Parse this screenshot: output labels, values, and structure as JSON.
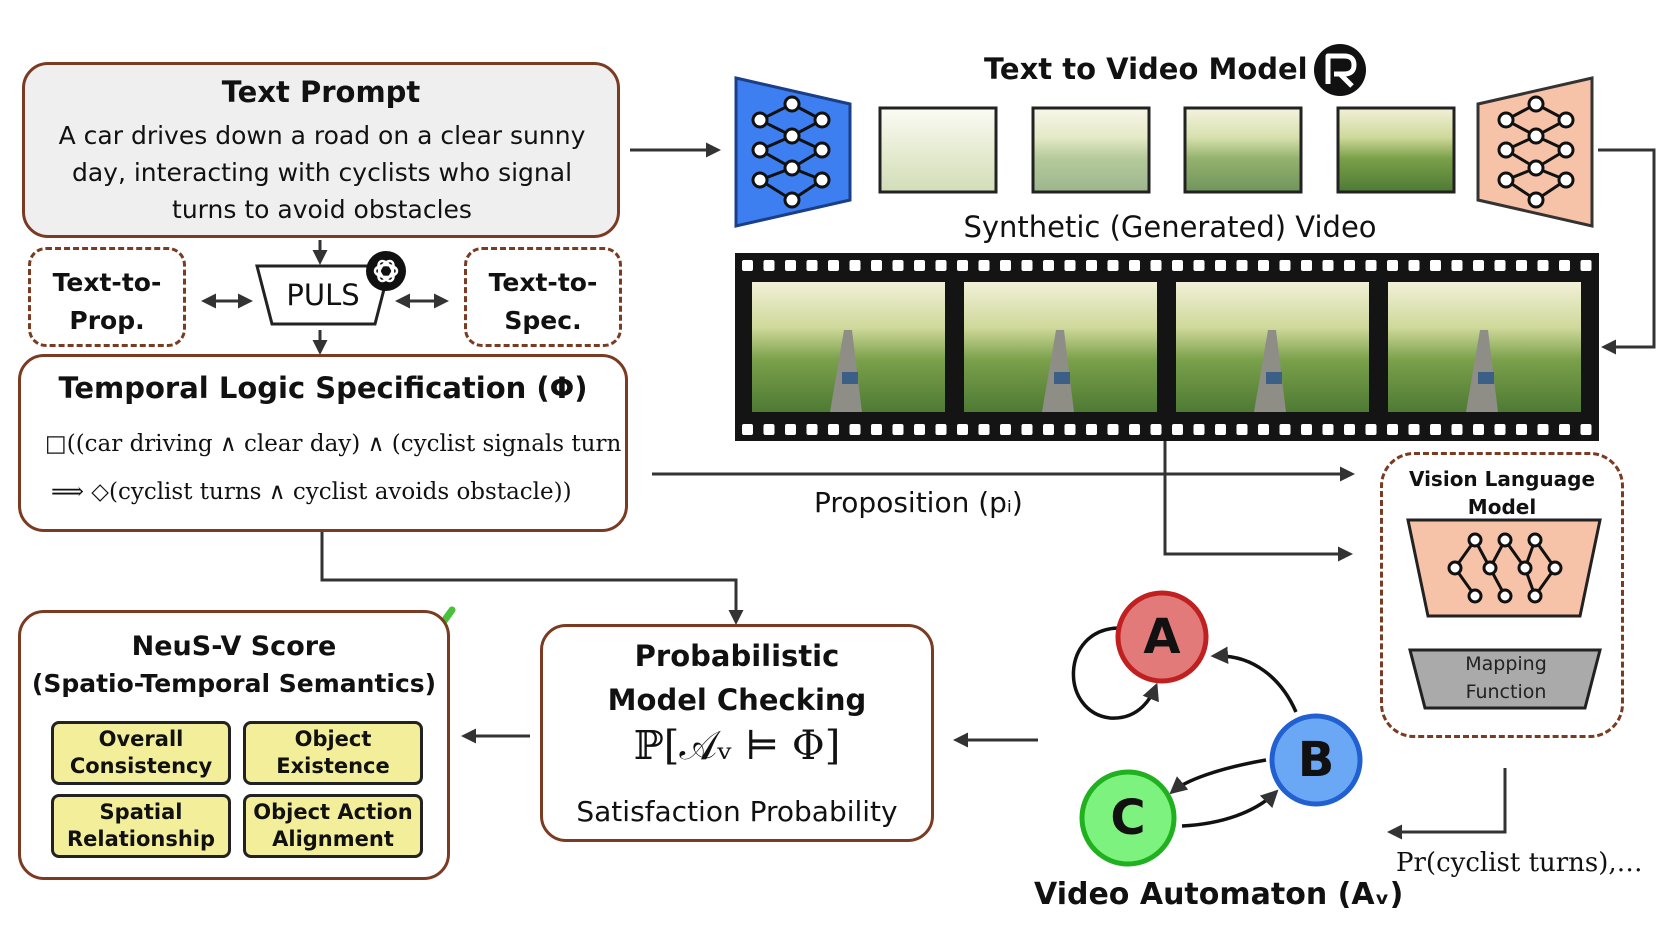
{
  "text_prompt": {
    "title": "Text Prompt",
    "body": "A car drives down a road on a clear sunny day, interacting with cyclists who signal turns to avoid obstacles"
  },
  "puls": {
    "label": "PULS",
    "left_box": "Text-to-Prop.",
    "right_box": "Text-to-Spec."
  },
  "tl_spec": {
    "title": "Temporal Logic Specification (Φ)",
    "line1": "□((car driving ∧ clear day) ∧ (cyclist signals turn",
    "line2": "⟹ ◇(cyclist turns ∧ cyclist avoids obstacle))"
  },
  "t2v": {
    "title": "Text to Video Model",
    "video_label": "Synthetic (Generated) Video",
    "encoder_color": "#3d7ff0",
    "decoder_color": "#f6c2a8"
  },
  "proposition": {
    "label": "Proposition (pᵢ)"
  },
  "vlm": {
    "title": "Vision Language Model",
    "mapping": "Mapping Function"
  },
  "automaton": {
    "title": "Video Automaton (Aᵥ)",
    "states": [
      {
        "label": "A",
        "color": "#e37a7a"
      },
      {
        "label": "B",
        "color": "#6aa8f5"
      },
      {
        "label": "C",
        "color": "#7ef27e"
      }
    ],
    "prob_output": "Pr(cyclist turns),…"
  },
  "pmc": {
    "title_line1": "Probabilistic",
    "title_line2": "Model Checking",
    "formula": "ℙ[𝒜ᵥ ⊨ Φ]",
    "subtitle": "Satisfaction Probability"
  },
  "score": {
    "title": "NeuS-V Score",
    "subtitle": "(Spatio-Temporal Semantics)",
    "cells": [
      "Overall Consistency",
      "Object Existence",
      "Spatial Relationship",
      "Object Action Alignment"
    ],
    "check_color": "#49c23a"
  }
}
